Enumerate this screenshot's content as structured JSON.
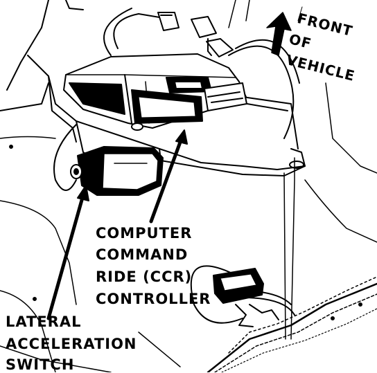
{
  "labels": {
    "ccr_line1": "COMPUTER",
    "ccr_line2": "COMMAND",
    "ccr_line3": "RIDE (CCR)",
    "ccr_line4": "CONTROLLER",
    "las_line1": "LATERAL",
    "las_line2": "ACCELERATION",
    "las_line3": "SWITCH",
    "front_line1": "FRONT",
    "front_line2": "OF",
    "front_line3": "VEHICLE"
  },
  "colors": {
    "ink": "#000000",
    "paper": "#ffffff"
  }
}
